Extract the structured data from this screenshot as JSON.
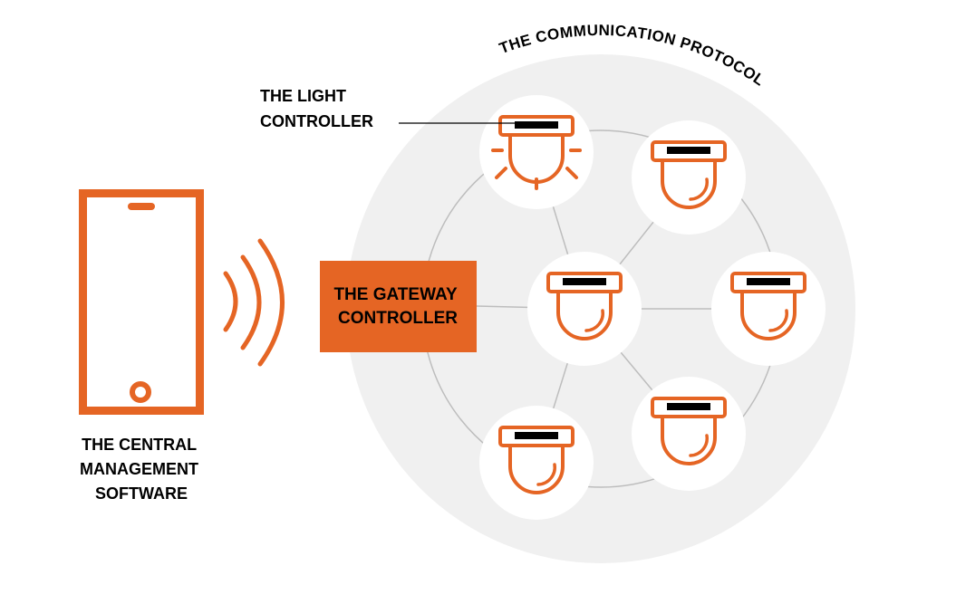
{
  "colors": {
    "accent": "#E56524",
    "protocol_area": "#F0F0F0",
    "node_fill": "#FFFFFF",
    "link": "#BDBDBD",
    "text": "#000000"
  },
  "labels": {
    "central_software": [
      "THE CENTRAL",
      "MANAGEMENT",
      "SOFTWARE"
    ],
    "light_controller": [
      "THE LIGHT",
      "CONTROLLER"
    ],
    "gateway_controller": [
      "THE GATEWAY",
      "CONTROLLER"
    ],
    "communication_protocol": "THE COMMUNICATION PROTOCOL"
  },
  "icons": {
    "phone": "smartphone-icon",
    "signal": "wireless-signal-icon",
    "lamp": "ceiling-lamp-icon",
    "lamp_lit": "ceiling-lamp-lit-icon"
  },
  "network": {
    "nodes": [
      {
        "id": "top-left",
        "lit": true,
        "highlighted_as": "light-controller"
      },
      {
        "id": "top-right",
        "lit": false
      },
      {
        "id": "center",
        "lit": false
      },
      {
        "id": "right",
        "lit": false
      },
      {
        "id": "bottom-right",
        "lit": false
      },
      {
        "id": "bottom-left",
        "lit": false
      }
    ],
    "links": [
      [
        "gateway",
        "center"
      ],
      [
        "center",
        "right"
      ],
      [
        "center",
        "top-left"
      ],
      [
        "center",
        "top-right"
      ],
      [
        "center",
        "bottom-left"
      ],
      [
        "center",
        "bottom-right"
      ]
    ]
  }
}
